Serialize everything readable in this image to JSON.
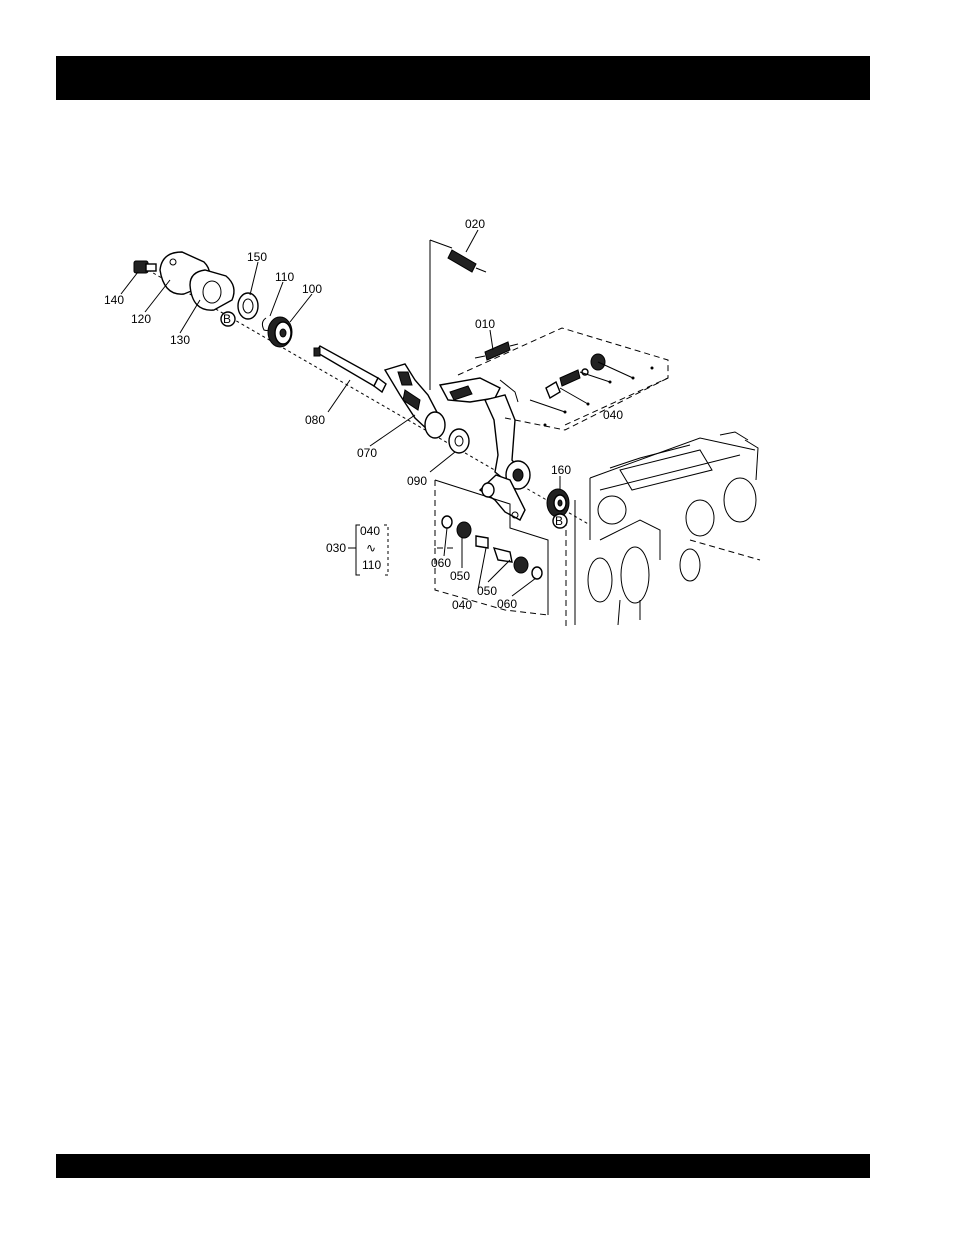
{
  "header_bar": {
    "color": "#000000"
  },
  "footer_bar": {
    "color": "#000000"
  },
  "diagram": {
    "labels": {
      "p020": "020",
      "p010": "010",
      "p150": "150",
      "p110": "110",
      "p100": "100",
      "p140": "140",
      "p120": "120",
      "p130": "130",
      "p080": "080",
      "p070": "070",
      "p090": "090",
      "p040a": "040",
      "p160": "160",
      "pB1": "B",
      "pB2": "B",
      "p030": "030",
      "p030_from": "040",
      "p030_tilde": "∿",
      "p030_to": "110",
      "p060a": "060",
      "p050a": "050",
      "p050b": "050",
      "p040b": "040",
      "p060b": "060"
    }
  }
}
